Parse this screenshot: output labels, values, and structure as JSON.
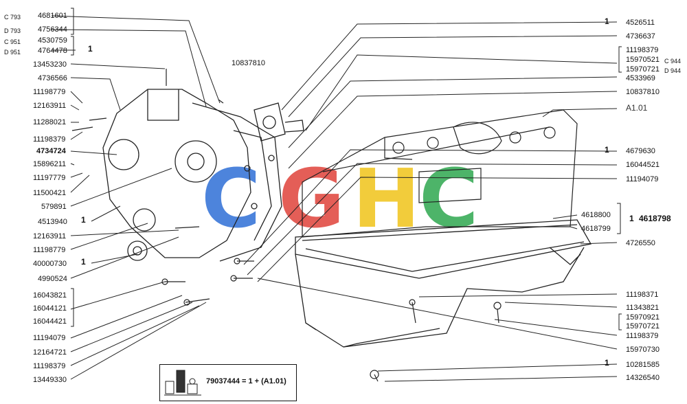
{
  "watermark": "CGHC",
  "watermark_colors": [
    "#2f6fd6",
    "#e0433a",
    "#f0c419",
    "#2fa84f"
  ],
  "left_labels": [
    {
      "id": "l1",
      "variant": "C 793",
      "part": "4681601"
    },
    {
      "id": "l2",
      "variant": "D 793",
      "part": "4756344"
    },
    {
      "id": "l3",
      "variant": "C 951",
      "part": "4530759"
    },
    {
      "id": "l4",
      "variant": "D 951",
      "part": "4764478",
      "qty": "1"
    },
    {
      "id": "l5",
      "part": "13453230"
    },
    {
      "id": "l6",
      "part": "4736566"
    },
    {
      "id": "l7",
      "part": "11198779"
    },
    {
      "id": "l8",
      "part": "12163911"
    },
    {
      "id": "l9",
      "part": "11288021"
    },
    {
      "id": "l10",
      "part": "11198379"
    },
    {
      "id": "l11",
      "part": "4734724"
    },
    {
      "id": "l12",
      "part": "15896211"
    },
    {
      "id": "l13",
      "part": "11197779"
    },
    {
      "id": "l14",
      "part": "11500421"
    },
    {
      "id": "l15",
      "part": "579891"
    },
    {
      "id": "l16",
      "part": "4513940",
      "qty": "1"
    },
    {
      "id": "l17",
      "part": "12163911"
    },
    {
      "id": "l18",
      "part": "11198779"
    },
    {
      "id": "l19",
      "part": "40000730",
      "qty": "1"
    },
    {
      "id": "l20",
      "part": "4990524"
    },
    {
      "id": "l21",
      "part": "16043821"
    },
    {
      "id": "l22",
      "part": "16044121"
    },
    {
      "id": "l23",
      "part": "16044421"
    },
    {
      "id": "l24",
      "part": "11194079"
    },
    {
      "id": "l25",
      "part": "12164721"
    },
    {
      "id": "l26",
      "part": "11198379"
    },
    {
      "id": "l27",
      "part": "13449330"
    }
  ],
  "center_label": "10837810",
  "right_labels": [
    {
      "id": "r1",
      "part": "4526511",
      "qty": "1"
    },
    {
      "id": "r2",
      "part": "4736637"
    },
    {
      "id": "r3",
      "part": "11198379"
    },
    {
      "id": "r4",
      "part": "15970521",
      "variant": "C 944"
    },
    {
      "id": "r5",
      "part": "15970721",
      "variant": "D 944"
    },
    {
      "id": "r6",
      "part": "4533969"
    },
    {
      "id": "r7",
      "part": "10837810"
    },
    {
      "id": "r8",
      "part": "A1.01"
    },
    {
      "id": "r9",
      "part": "4679630",
      "qty": "1"
    },
    {
      "id": "r10",
      "part": "16044521"
    },
    {
      "id": "r11",
      "part": "11194079"
    },
    {
      "id": "r12",
      "part": "4618800"
    },
    {
      "id": "r13",
      "part": "4618799"
    },
    {
      "id": "r14",
      "part": "4618798",
      "qty": "1"
    },
    {
      "id": "r15",
      "part": "4726550"
    },
    {
      "id": "r16",
      "part": "11198371"
    },
    {
      "id": "r17",
      "part": "11343821"
    },
    {
      "id": "r18",
      "part": "15970921"
    },
    {
      "id": "r19",
      "part": "15970721"
    },
    {
      "id": "r20",
      "part": "11198379"
    },
    {
      "id": "r21",
      "part": "15970730"
    },
    {
      "id": "r22",
      "part": "10281585",
      "qty": "1"
    },
    {
      "id": "r23",
      "part": "14326540"
    }
  ],
  "kit": {
    "text": "79037444 = 1 + (A1.01)"
  }
}
